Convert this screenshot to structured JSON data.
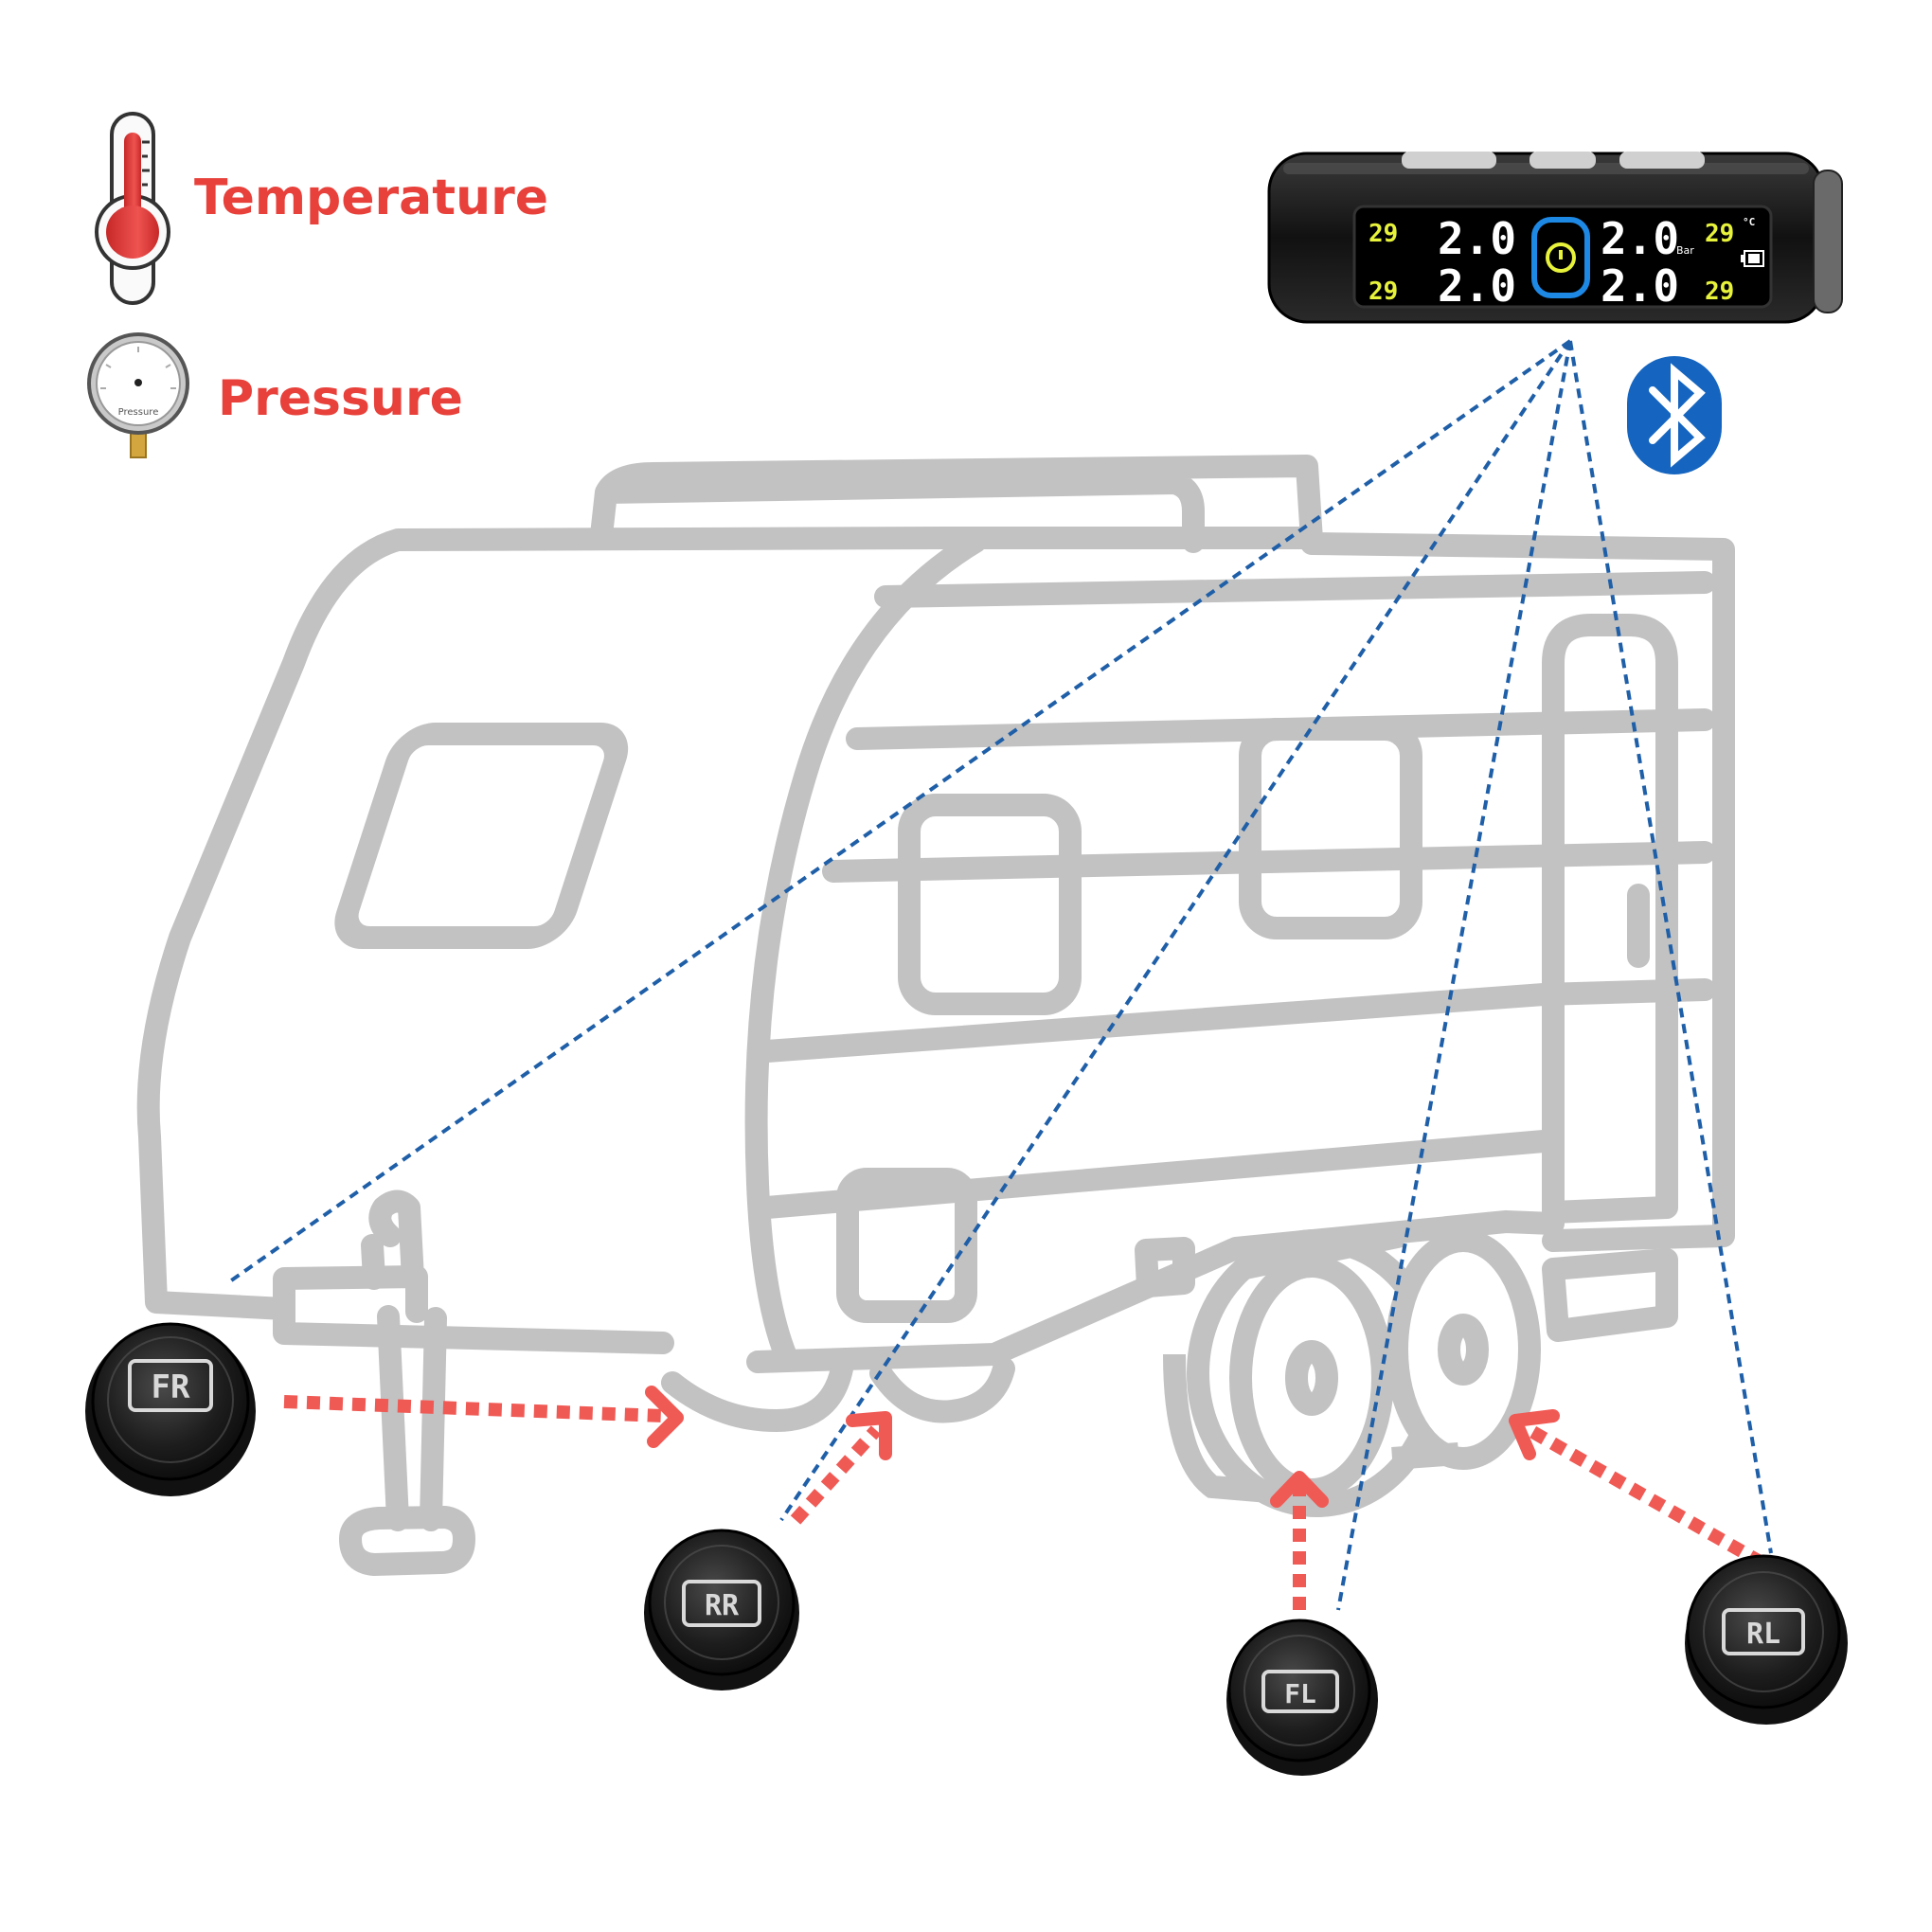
{
  "legend": {
    "temperature": {
      "label": "Temperature",
      "icon": "thermometer-icon"
    },
    "pressure": {
      "label": "Pressure",
      "icon": "pressure-gauge-icon",
      "gauge_text": "Pressure"
    }
  },
  "monitor": {
    "temp_top_left": "29",
    "temp_bottom_left": "29",
    "temp_top_right": "29",
    "temp_unit": "°C",
    "temp_bottom_right": "29",
    "pressure_top_left": "2.0",
    "pressure_bottom_left": "2.0",
    "pressure_top_right": "2.0",
    "pressure_bottom_right": "2.0",
    "pressure_unit": "Bar",
    "center_icon": "tire-warning-icon",
    "battery_icon": "battery-icon"
  },
  "bluetooth": {
    "icon": "bluetooth-icon",
    "color": "#1565c0"
  },
  "sensors": [
    {
      "label": "FR"
    },
    {
      "label": "RR"
    },
    {
      "label": "FL"
    },
    {
      "label": "RL"
    }
  ],
  "colors": {
    "trailer_outline": "#c2c2c2",
    "signal_line": "#1f5fa8",
    "arrow": "#f05a55",
    "accent_text": "#e8403a",
    "lcd_yellow": "#e7f23a",
    "lcd_white": "#ffffff",
    "lcd_blue": "#1e88e5"
  }
}
